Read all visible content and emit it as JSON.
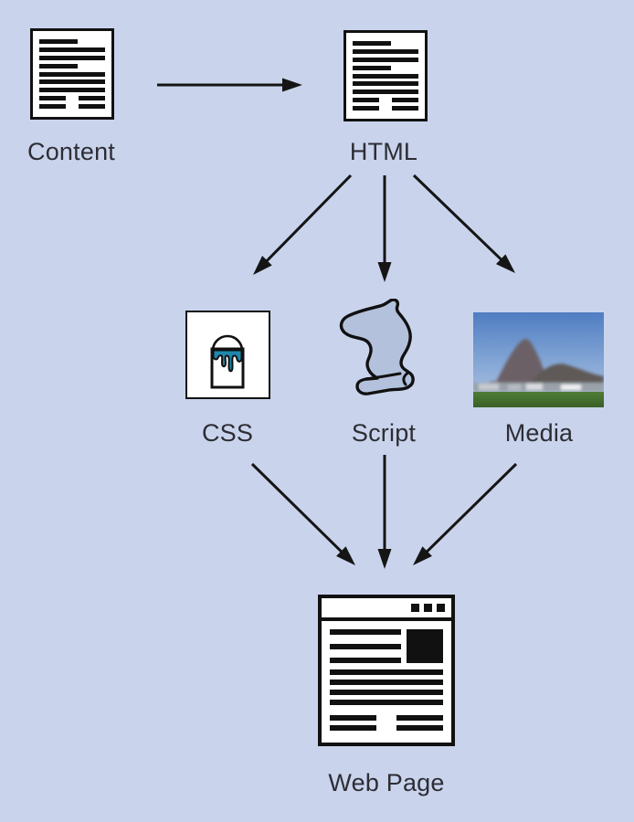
{
  "diagram": {
    "title_implicit": "How a web page is assembled",
    "background_color": "#c9d4ec",
    "nodes": [
      {
        "id": "content",
        "label": "Content",
        "icon": "document-icon"
      },
      {
        "id": "html",
        "label": "HTML",
        "icon": "document-icon"
      },
      {
        "id": "css",
        "label": "CSS",
        "icon": "paint-bucket-icon"
      },
      {
        "id": "script",
        "label": "Script",
        "icon": "scroll-icon"
      },
      {
        "id": "media",
        "label": "Media",
        "icon": "photo-icon"
      },
      {
        "id": "webpage",
        "label": "Web Page",
        "icon": "browser-window-icon"
      }
    ],
    "edges": [
      {
        "from": "content",
        "to": "html"
      },
      {
        "from": "html",
        "to": "css"
      },
      {
        "from": "html",
        "to": "script"
      },
      {
        "from": "html",
        "to": "media"
      },
      {
        "from": "css",
        "to": "webpage"
      },
      {
        "from": "script",
        "to": "webpage"
      },
      {
        "from": "media",
        "to": "webpage"
      }
    ],
    "colors": {
      "arrow": "#151515",
      "icon_outline": "#111111",
      "icon_background": "#ffffff",
      "paint_teal": "#1f87ae",
      "scroll_fill": "#b3c1dc",
      "label_text": "#2d2d35"
    }
  }
}
